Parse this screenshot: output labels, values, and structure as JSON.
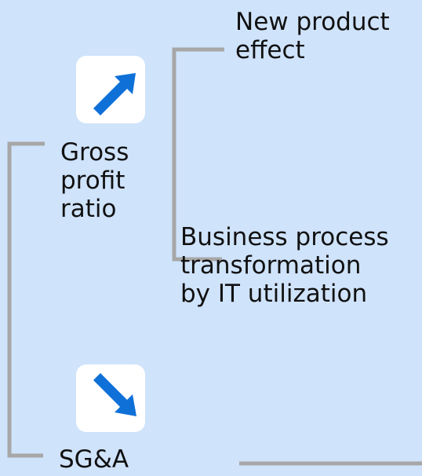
{
  "diagram": {
    "gross_profit_ratio": {
      "line_1": "Gross",
      "line_2": "profit",
      "line_3": "ratio",
      "trend_icon": "up-right-arrow-icon"
    },
    "sga": {
      "label": "SG&A",
      "trend_icon": "down-right-arrow-icon"
    },
    "new_product_effect": {
      "line_1": "New product",
      "line_2": "effect"
    },
    "business_process": {
      "line_1": "Business process",
      "line_2": "transformation",
      "line_3": "by IT utilization"
    }
  },
  "colors": {
    "background": "#cfe3fb",
    "connector": "#a7a7a7",
    "arrow": "#0f70d8",
    "icon_tile": "#ffffff",
    "text": "#111111"
  }
}
